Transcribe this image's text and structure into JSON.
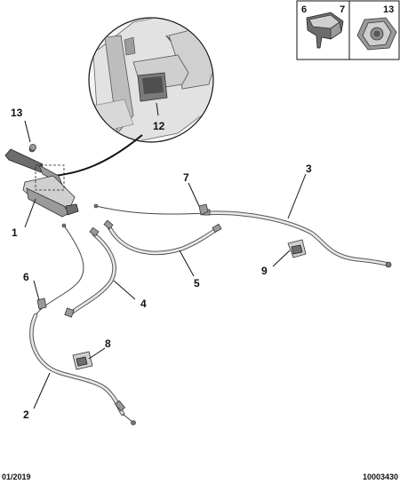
{
  "callouts": {
    "c1": "1",
    "c2": "2",
    "c3": "3",
    "c4": "4",
    "c5": "5",
    "c6": "6",
    "c7": "7",
    "c8": "8",
    "c9": "9",
    "c12": "12",
    "c13": "13"
  },
  "inset": {
    "left_label": "6",
    "middle_label": "7",
    "right_label": "13"
  },
  "footer": {
    "date": "01/2019",
    "reference": "10003430"
  }
}
